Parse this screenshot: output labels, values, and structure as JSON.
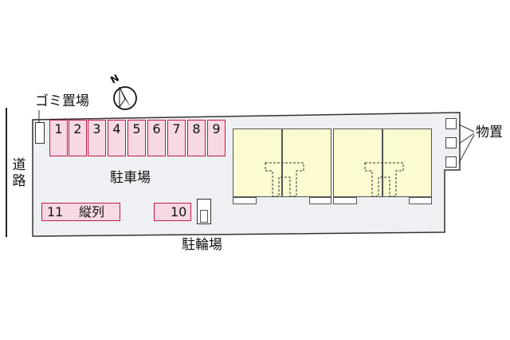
{
  "labels": {
    "trash": "ゴミ置場",
    "road": [
      "道",
      "路"
    ],
    "parking": "駐車場",
    "bike": "駐輪場",
    "storage": "物置"
  },
  "parking_slots": [
    "1",
    "2",
    "3",
    "4",
    "5",
    "6",
    "7",
    "8",
    "9"
  ],
  "parking_extra": {
    "slot10": "10",
    "slot11": "11",
    "slot11_note": "縦列"
  },
  "compass": {
    "letter": "N",
    "icon": "north-arrow-icon"
  },
  "colors": {
    "slot_fill": "#f7d9e3",
    "slot_border": "#c21b47",
    "building_fill": "#fbfad0",
    "site_fill": "#eef0f4"
  }
}
